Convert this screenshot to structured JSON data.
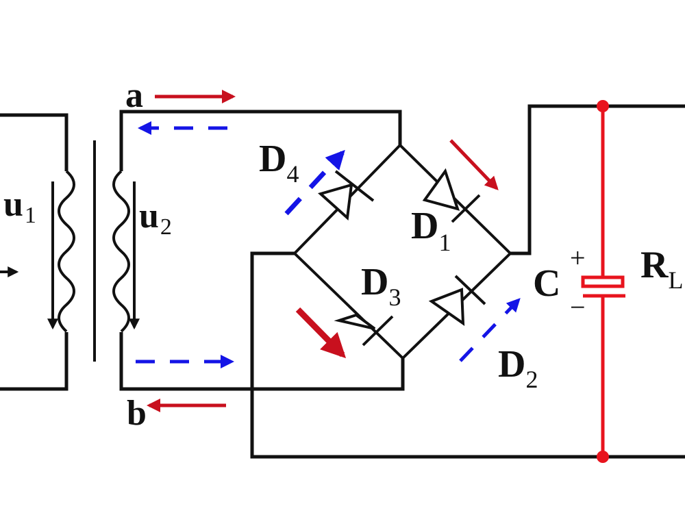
{
  "title": "Bridge rectifier with capacitor filter",
  "colors": {
    "wire": "#111111",
    "forward_current": "#c8101e",
    "reverse_current": "#1414e6",
    "filter": "#e8141e"
  },
  "labels": {
    "u1": {
      "main": "u",
      "sub": "1"
    },
    "u2": {
      "main": "u",
      "sub": "2"
    },
    "node_a": "a",
    "node_b": "b",
    "D1": {
      "main": "D",
      "sub": "1"
    },
    "D2": {
      "main": "D",
      "sub": "2"
    },
    "D3": {
      "main": "D",
      "sub": "3"
    },
    "D4": {
      "main": "D",
      "sub": "4"
    },
    "capacitor": "C",
    "cap_plus": "+",
    "cap_minus": "−",
    "load": {
      "main": "R",
      "sub": "L"
    }
  },
  "current_paths": {
    "positive_half_cycle": "a → D1 → load → D3 → b",
    "negative_half_cycle": "b → D2 → load → D4 → a"
  }
}
